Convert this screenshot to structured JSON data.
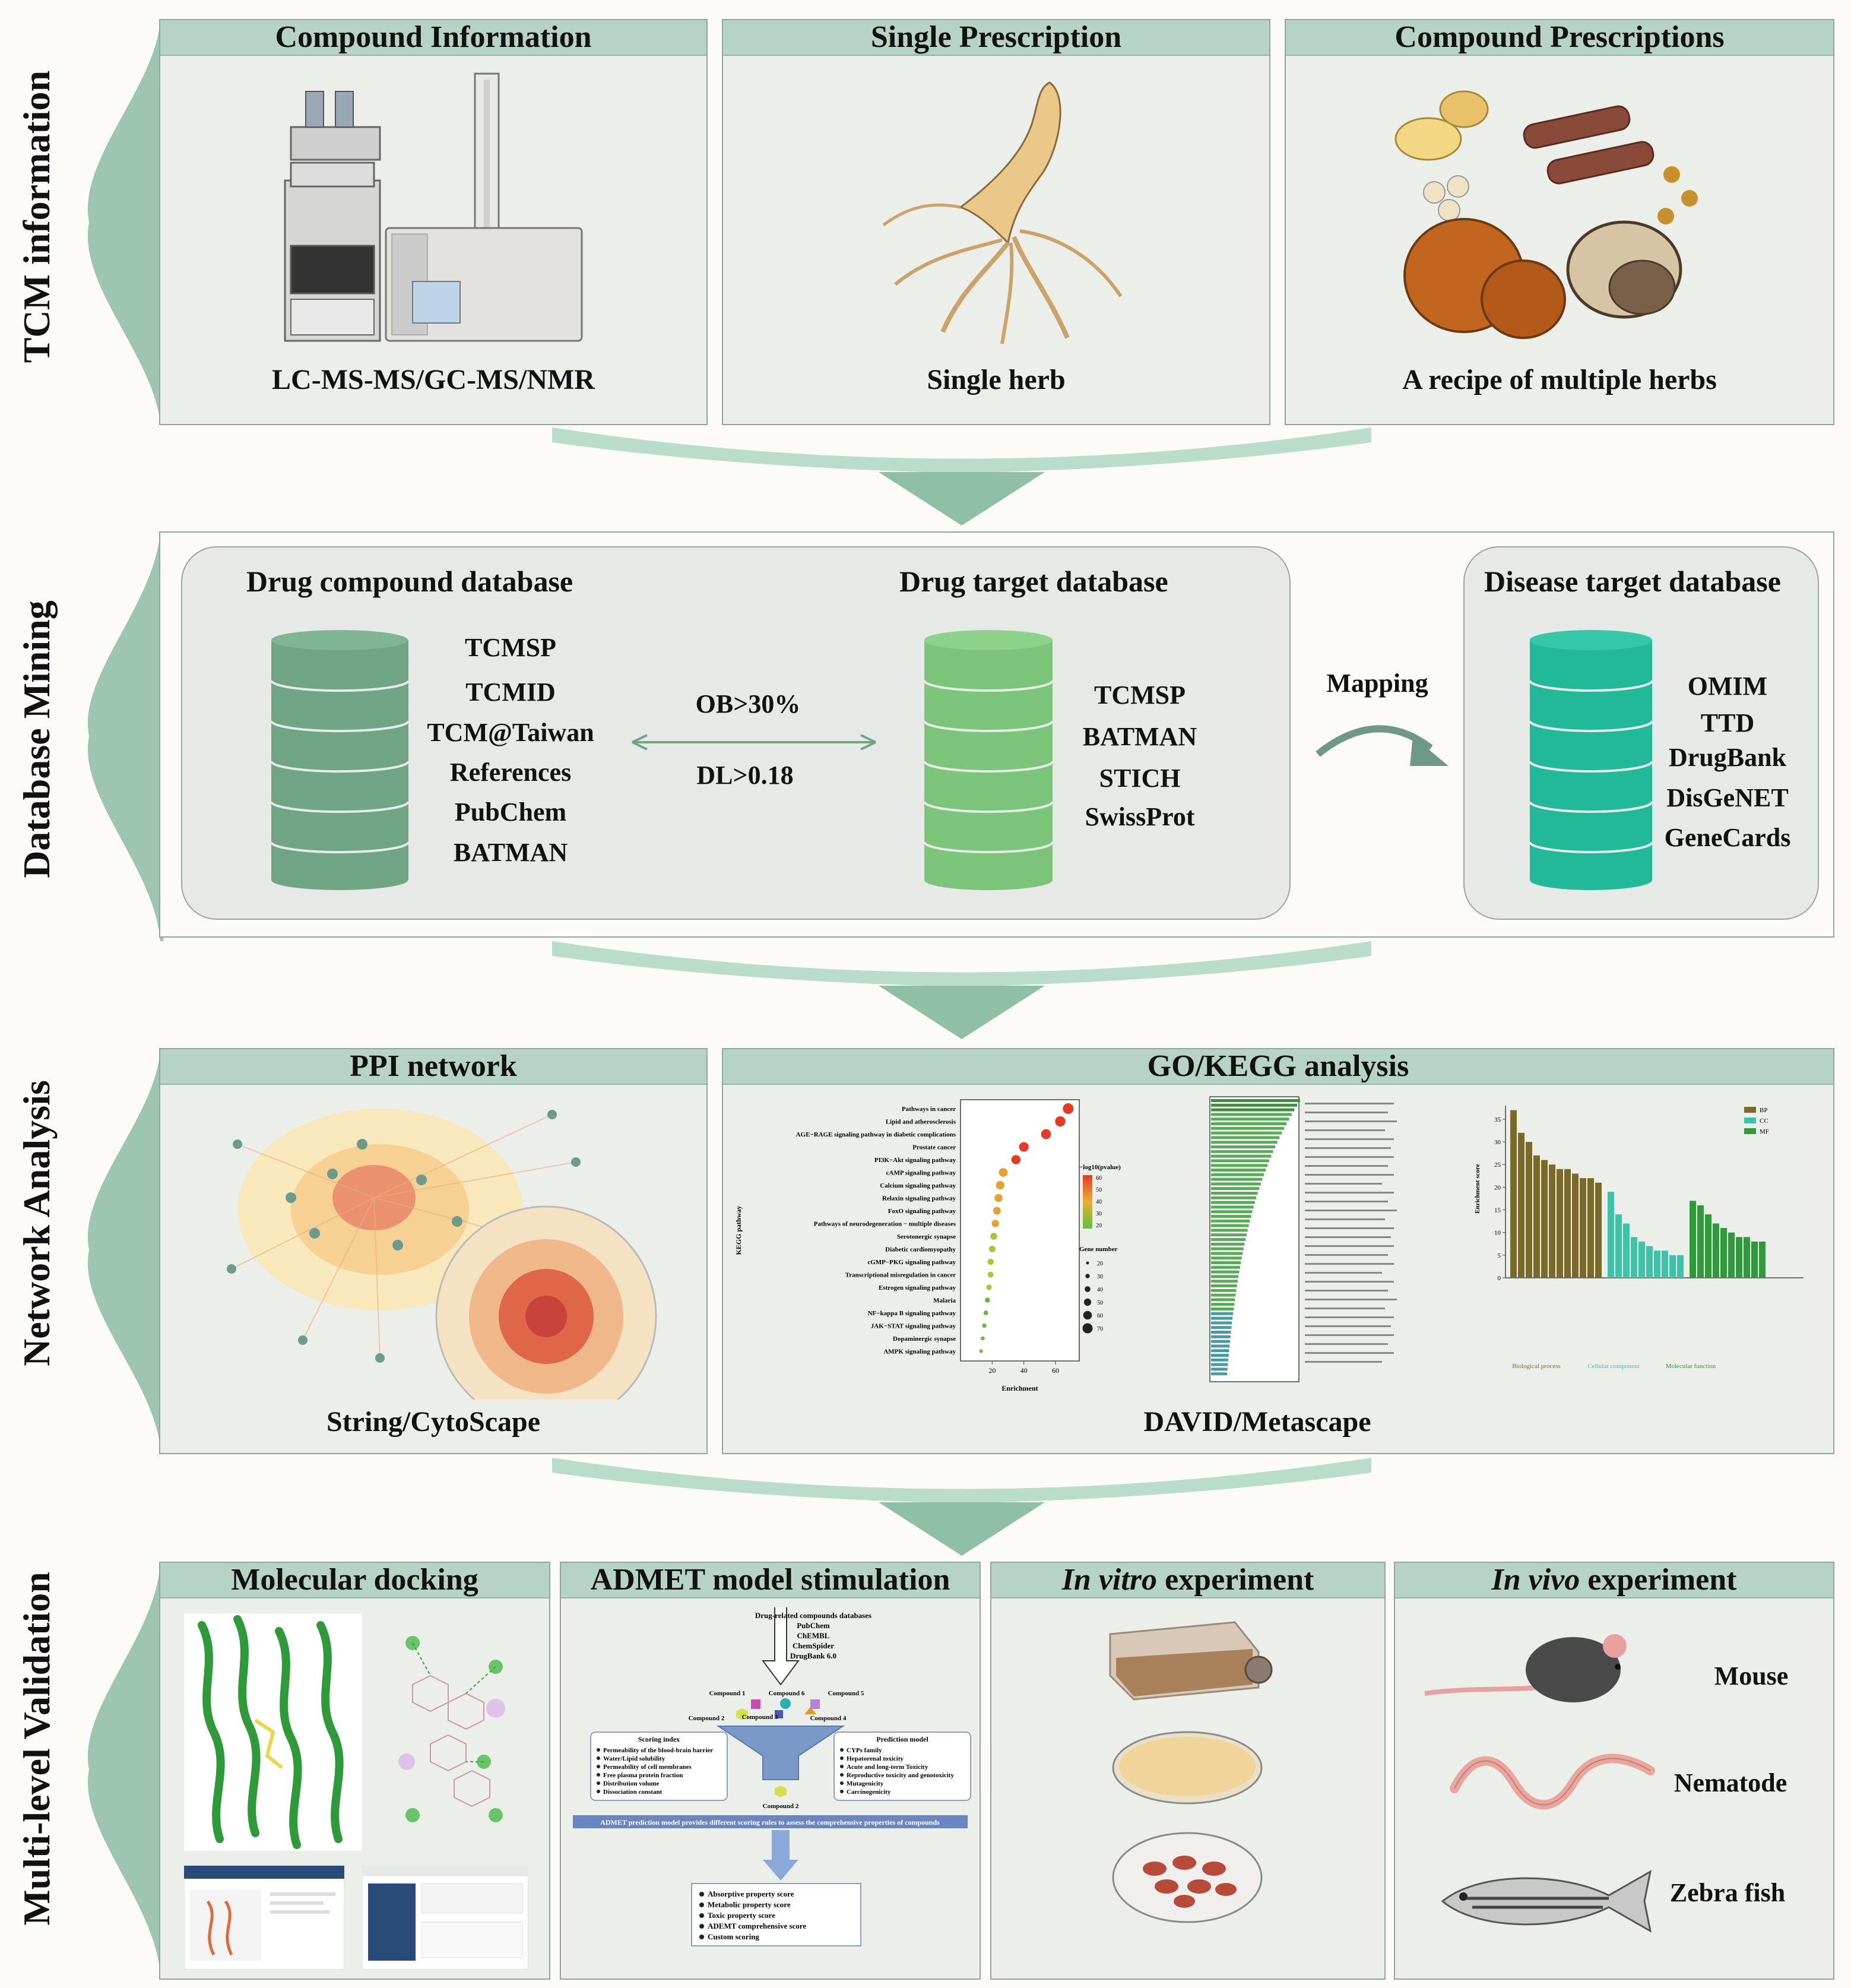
{
  "stages": [
    {
      "label": "TCM information"
    },
    {
      "label": "Database Mining"
    },
    {
      "label": "Network Analysis"
    },
    {
      "label": "Multi-level  Validation"
    }
  ],
  "tcm": {
    "panels": [
      {
        "title": "Compound Information",
        "caption": "LC-MS-MS/GC-MS/NMR"
      },
      {
        "title": "Single Prescription",
        "caption": "Single herb"
      },
      {
        "title": "Compound Prescriptions",
        "caption": "A recipe of multiple herbs"
      }
    ]
  },
  "mining": {
    "compound_db": {
      "title": "Drug compound database",
      "items": [
        "TCMSP",
        "TCMID",
        "TCM@Taiwan",
        "References",
        "PubChem",
        "BATMAN"
      ]
    },
    "criteria": [
      "OB>30%",
      "DL>0.18"
    ],
    "target_db": {
      "title": "Drug target database",
      "items": [
        "TCMSP",
        "BATMAN",
        "STICH",
        "SwissProt"
      ]
    },
    "mapping_label": "Mapping",
    "disease_db": {
      "title": "Disease target database",
      "items": [
        "OMIM",
        "TTD",
        "DrugBank",
        "DisGeNET",
        "GeneCards"
      ]
    }
  },
  "network": {
    "ppi": {
      "title": "PPI network",
      "caption": "String/CytoScape"
    },
    "gokegg": {
      "title": "GO/KEGG analysis",
      "caption": "DAVID/Metascape",
      "kegg_pathways": [
        "Pathways in cancer",
        "Lipid and atherosclerosis",
        "AGE−RAGE signaling pathway in diabetic complications",
        "Prostate cancer",
        "PI3K−Akt signaling pathway",
        "cAMP signaling pathway",
        "Calcium signaling pathway",
        "Relaxin signaling pathway",
        "FoxO signaling pathway",
        "Pathways of neurodegeneration − multiple diseases",
        "Serotonergic synapse",
        "Diabetic cardiomyopathy",
        "cGMP−PKG signaling pathway",
        "Transcriptional misregulation in cancer",
        "Estrogen signaling pathway",
        "Malaria",
        "NF−kappa B signaling pathway",
        "JAK−STAT signaling pathway",
        "Dopaminergic synapse",
        "AMPK signaling pathway"
      ],
      "kegg_enrichment": [
        68,
        63,
        54,
        40,
        35,
        27,
        25,
        24,
        23,
        22,
        21,
        20,
        19,
        19,
        18,
        17,
        16,
        15,
        14,
        13
      ],
      "kegg_xlabel": "Enrichment",
      "kegg_ylabel": "KEGG pathway",
      "kegg_xticks": [
        "20",
        "40",
        "60"
      ],
      "legend_pvalue_title": "−log10(pvalue)",
      "legend_pvalue_ticks": [
        "60",
        "50",
        "40",
        "30",
        "20"
      ],
      "legend_gene_title": "Gene number",
      "legend_gene_ticks": [
        "20",
        "30",
        "40",
        "50",
        "60",
        "70"
      ],
      "go_legend": [
        "BP",
        "CC",
        "MF"
      ],
      "go_categories": [
        "Biological process",
        "Cellular component",
        "Molecular function"
      ],
      "go_bp_values": [
        37,
        32,
        30,
        27,
        26,
        25,
        24,
        24,
        23,
        22,
        22,
        21
      ],
      "go_cc_values": [
        19,
        14,
        12,
        9,
        8,
        7,
        6,
        6,
        5,
        5
      ],
      "go_mf_values": [
        17,
        16,
        14,
        12,
        11,
        10,
        9,
        9,
        8,
        8
      ],
      "go_ylabel": "Enrichment score",
      "go_yticks": [
        "35",
        "30",
        "25",
        "20",
        "15",
        "10",
        "5",
        "0"
      ]
    }
  },
  "validation": {
    "docking": {
      "title": "Molecular docking"
    },
    "admet": {
      "title": "ADMET model stimulation",
      "db_lines": [
        "Drug-related compounds databases",
        "PubChem",
        "ChEMBL",
        "ChemSpider",
        "DrugBank 6.0"
      ],
      "compounds": [
        "Compound 1",
        "Compound 6",
        "Compound 5",
        "Compound 2",
        "Compound 3",
        "Compound 4"
      ],
      "scoring_title": "Scoring index",
      "scoring_items": [
        "Permeability of the blood-brain barrier",
        "Water/Lipid solubility",
        "Permeability of cell membranes",
        "Free plasma protein fraction",
        "Distribution volume",
        "Dissociation constant"
      ],
      "prediction_title": "Prediction model",
      "prediction_items": [
        "CYPs family",
        "Hepatorenal toxicity",
        "Acute and long-term Toxicity",
        "Reproductive toxicity and genotoxicity",
        "Mutagenicity",
        "Carcinogenicity"
      ],
      "output_compound": "Compound 2",
      "banner": "ADMET prediction model provides different scoring rules to assess the comprehensive properties of compounds",
      "scores": [
        "Absorptive property score",
        "Metabolic property score",
        "Toxic property score",
        "ADEMT comprehensive score",
        "Custom scoring"
      ]
    },
    "invitro": {
      "title_italic": "In vitro",
      "title_rest": " experiment"
    },
    "invivo": {
      "title_italic": "In vivo",
      "title_rest": " experiment",
      "models": [
        "Mouse",
        "Nematode",
        "Zebra fish"
      ]
    }
  },
  "colors": {
    "header": "#b7d3c5",
    "brace": "#9ec4b2",
    "arrow": "#8fbfa6",
    "db_compound": "#6fa585",
    "db_target": "#7bc47a",
    "db_disease": "#22b89a"
  }
}
